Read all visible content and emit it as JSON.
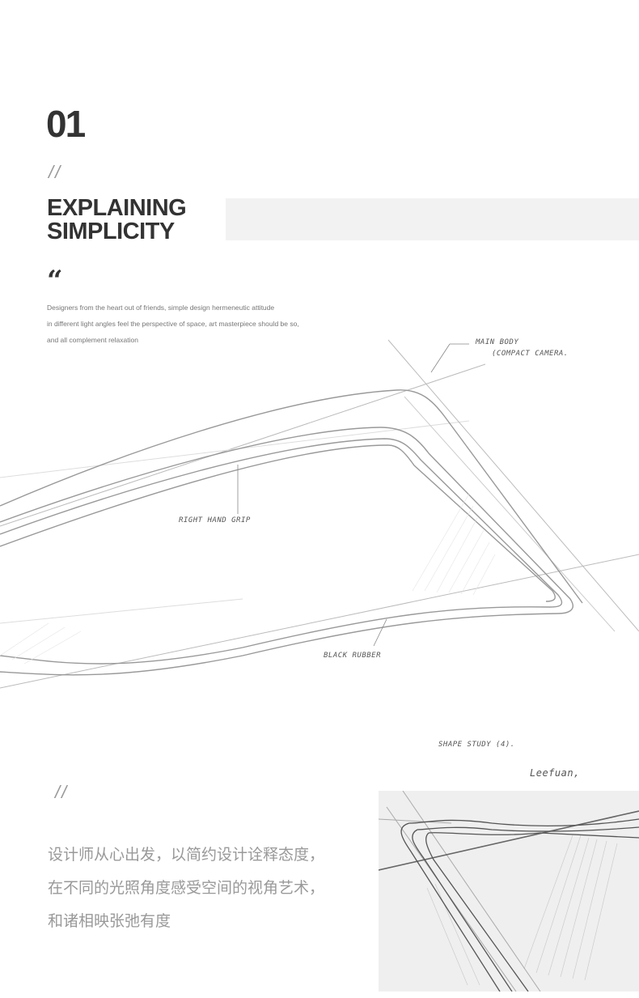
{
  "section_number": "01",
  "divider": "//",
  "title": {
    "line1": "EXPLAINING",
    "line2": "SIMPLICITY"
  },
  "quote_mark": "“",
  "english_text": [
    "Designers from the heart out of friends, simple design hermeneutic attitude",
    "in different light angles feel the perspective of space, art masterpiece should be so,",
    "and all complement relaxation"
  ],
  "sketch_labels": {
    "main_body": "MAIN BODY",
    "compact_camera": "(COMPACT CAMERA.",
    "grip": "RIGHT HAND GRIP",
    "rubber": "BLACK RUBBER",
    "study": "SHAPE STUDY (4).",
    "signature": "Leefuan,"
  },
  "chinese_text": [
    "设计师从心出发，以简约设计诠释态度，",
    "在不同的光照角度感受空间的视角艺术，",
    "和诸相映张弛有度"
  ]
}
